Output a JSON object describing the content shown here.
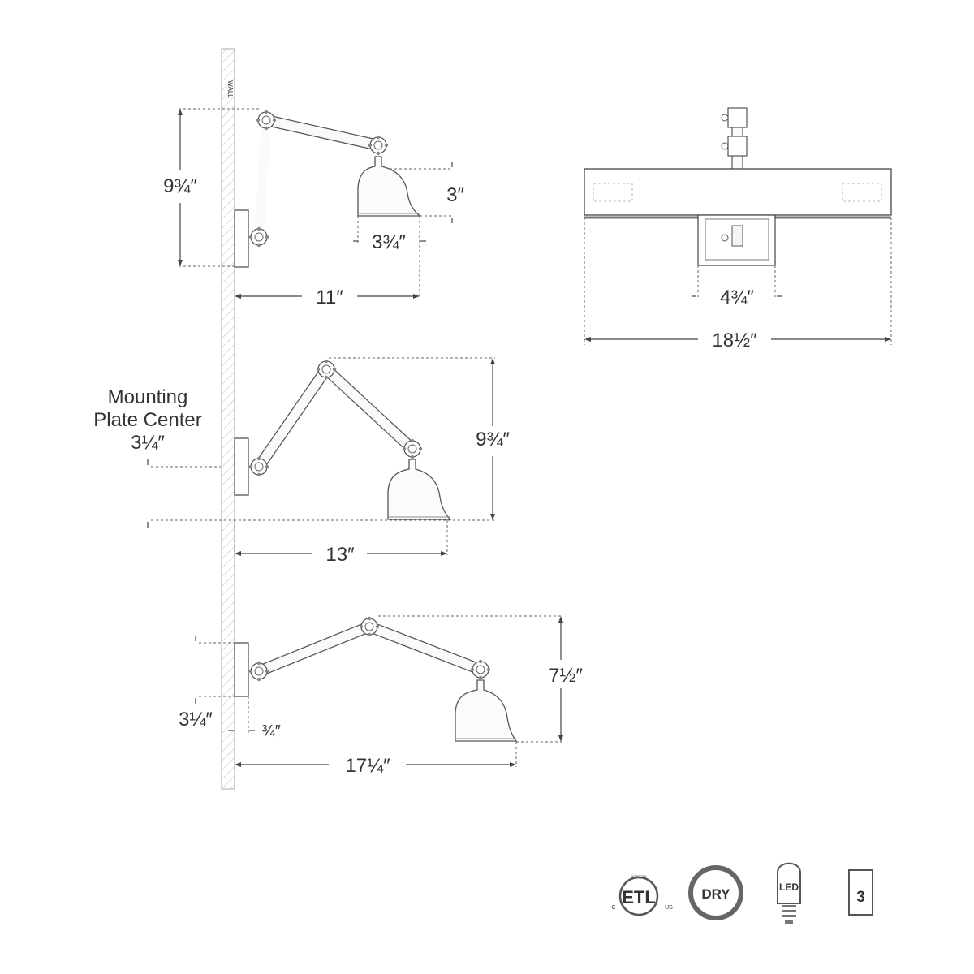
{
  "wall": {
    "label": "WALL"
  },
  "diagram1": {
    "height": "9¾″",
    "shade_height": "3″",
    "shade_width": "3¾″",
    "extension": "11″"
  },
  "diagram2": {
    "label_line1": "Mounting",
    "label_line2": "Plate Center",
    "plate_center": "3¼″",
    "height": "9¾″",
    "extension": "13″"
  },
  "diagram3": {
    "plate_offset": "3¼″",
    "backplate_depth": "¾″",
    "height": "7½″",
    "extension": "17¼″"
  },
  "front_view": {
    "backplate_width": "4¾″",
    "overall_width": "18½″"
  },
  "badges": {
    "etl_text": "ETL",
    "etl_intertek": "INTERTEK",
    "etl_c": "C",
    "etl_us": "US",
    "dry_text": "DRY",
    "led_text": "LED",
    "lamp_count": "3"
  }
}
